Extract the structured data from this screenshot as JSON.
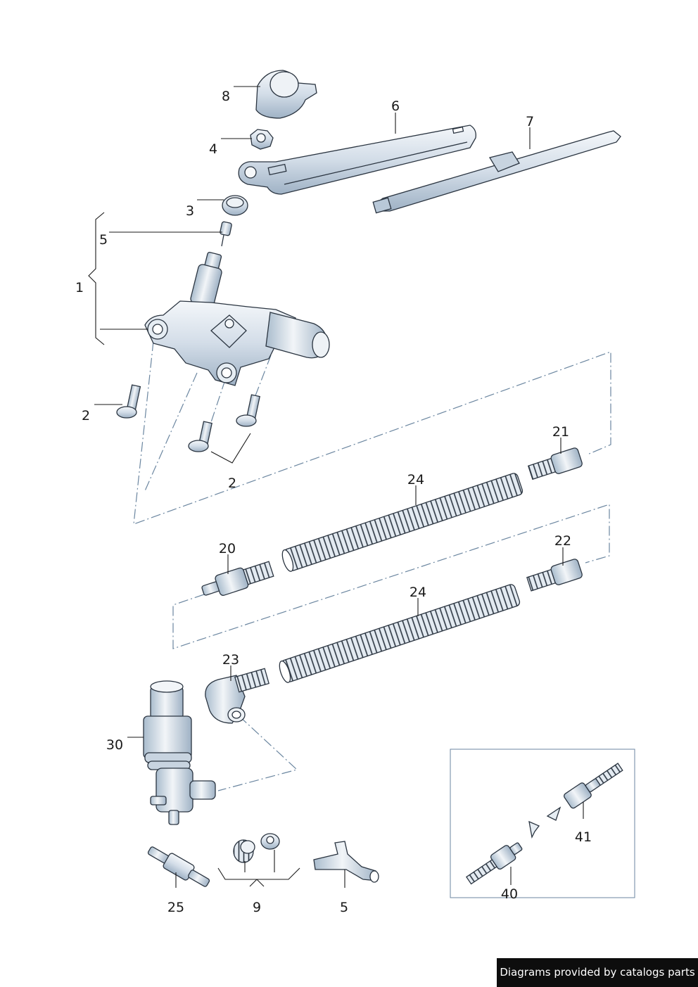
{
  "callouts": {
    "c1": "1",
    "c2a": "2",
    "c2b": "2",
    "c3": "3",
    "c4": "4",
    "c5a": "5",
    "c5b": "5",
    "c6": "6",
    "c7": "7",
    "c8": "8",
    "c9": "9",
    "c20": "20",
    "c21": "21",
    "c22": "22",
    "c23": "23",
    "c24a": "24",
    "c24b": "24",
    "c25": "25",
    "c30": "30",
    "c40": "40",
    "c41": "41"
  },
  "footer": {
    "text": "Diagrams provided by catalogs parts"
  },
  "colors": {
    "part_fill": "#dbe4ee",
    "part_shade": "#b8c8d8",
    "outline": "#2a3440",
    "dash_line": "#6b86a0"
  }
}
